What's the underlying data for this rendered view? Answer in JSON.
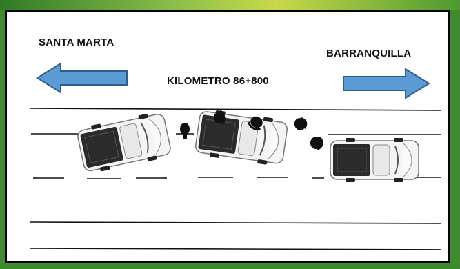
{
  "diagram": {
    "left_direction_label": "SANTA MARTA",
    "right_direction_label": "BARRANQUILLA",
    "location_label": "KILOMETRO 86+800"
  },
  "colors": {
    "arrow_fill": "#5b9bd5",
    "arrow_stroke": "#2e5f8a",
    "truck_body": "#f4f4f4",
    "truck_bed": "#2b2b2b",
    "person": "#111111",
    "border": "#000000"
  },
  "icons": [
    "arrow-left-icon",
    "arrow-right-icon",
    "pickup-truck-icon",
    "person-icon"
  ]
}
